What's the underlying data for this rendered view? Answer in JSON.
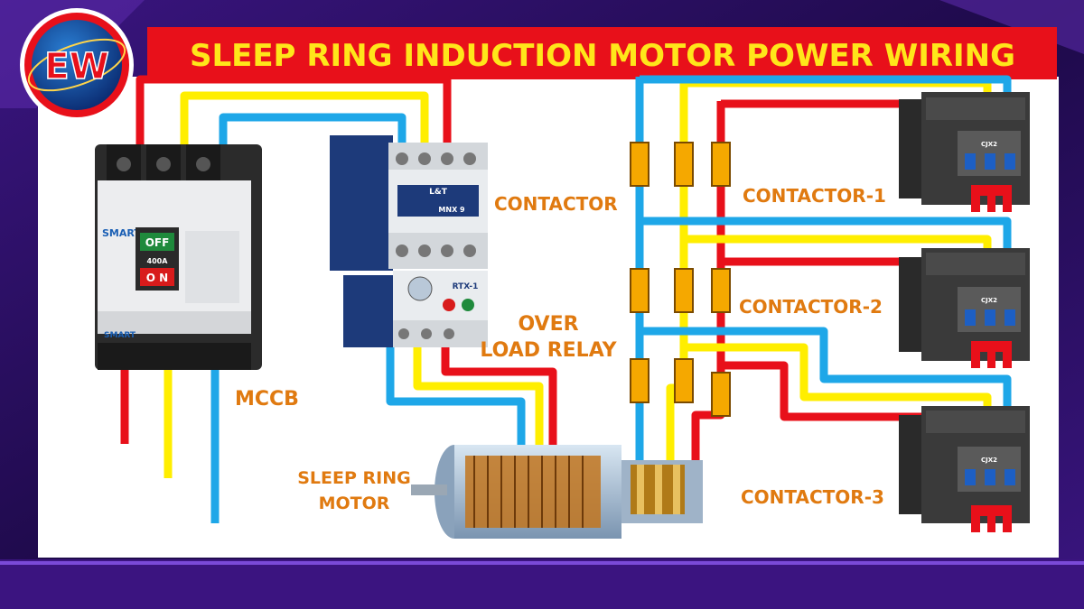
{
  "logo": {
    "text": "EW"
  },
  "title": "SLEEP RING INDUCTION MOTOR POWER WIRING",
  "labels": {
    "contactor": "CONTACTOR",
    "overload_line1": "OVER",
    "overload_line2": "LOAD RELAY",
    "mccb": "MCCB",
    "motor_line1": "SLEEP RING",
    "motor_line2": "MOTOR",
    "contactor1": "CONTACTOR-1",
    "contactor2": "CONTACTOR-2",
    "contactor3": "CONTACTOR-3"
  },
  "mccb_device": {
    "brand": "SMART",
    "brand_bottom": "SMART",
    "off_label": "OFF",
    "on_label": "O N",
    "rating": "400A"
  },
  "contactor_device": {
    "brand": "L&T",
    "model": "MNX 9"
  },
  "relay_device": {
    "model": "RTX-1"
  },
  "small_contactor": {
    "model": "CJX2"
  },
  "colors": {
    "title_bg": "#e8101a",
    "title_text": "#ffe61a",
    "label_text": "#e07a10",
    "wire_red": "#e8101a",
    "wire_yellow": "#ffee00",
    "wire_blue": "#1ea7e8",
    "resistor": "#f5a800",
    "background_frame": "#2a0f5c",
    "panel": "#ffffff"
  },
  "icons": [
    "ew-logo-icon",
    "mccb-icon",
    "contactor-icon",
    "overload-relay-icon",
    "slip-ring-motor-icon",
    "resistor-icon"
  ]
}
